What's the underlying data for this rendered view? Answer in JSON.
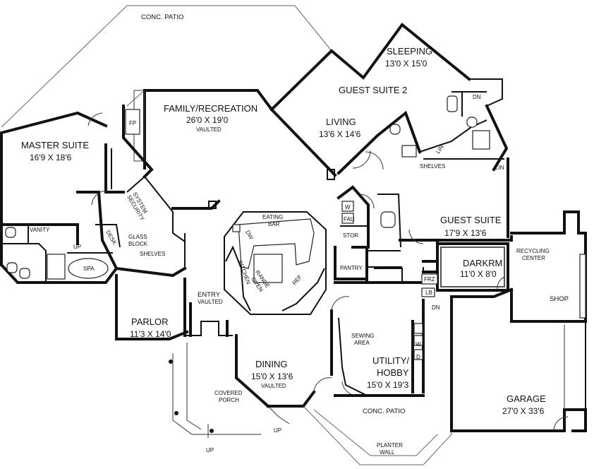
{
  "rooms": {
    "conc_patio_top": "CONC. PATIO",
    "sleeping": {
      "name": "SLEEPING",
      "dim": "13'0 X 15'0"
    },
    "guest_suite_2": "GUEST SUITE 2",
    "living": {
      "name": "LIVING",
      "dim": "13'6 X 14'6"
    },
    "family": {
      "name": "FAMILY/RECREATION",
      "dim": "26'0 X 19'0",
      "note": "VAULTED"
    },
    "master": {
      "name": "MASTER SUITE",
      "dim": "16'9 X 18'6"
    },
    "guest_suite": {
      "name": "GUEST SUITE",
      "dim": "17'9 X 13'6"
    },
    "darkrm": {
      "name": "DARKRM",
      "dim": "11'0 X 8'0"
    },
    "recycling": [
      "RECYCLING",
      "CENTER"
    ],
    "shop": "SHOP",
    "parlor": {
      "name": "PARLOR",
      "dim": "11'3 X 14'0"
    },
    "entry": {
      "name": "ENTRY",
      "note": "VAULTED"
    },
    "dining": {
      "name": "DINING",
      "dim": "15'0 X 13'6",
      "note": "VAULTED"
    },
    "utility": {
      "name1": "UTILITY/",
      "name2": "HOBBY",
      "dim": "15'0 X 19'3"
    },
    "garage": {
      "name": "GARAGE",
      "dim": "27'0 X 33'6"
    },
    "conc_patio_bottom": "CONC. PATIO",
    "covered_porch": [
      "COVERED",
      "PORCH"
    ],
    "planter_wall": [
      "PLANTER",
      "WALL"
    ],
    "sewing": [
      "SEWING",
      "AREA"
    ]
  },
  "labels": {
    "fp": "FP",
    "vanity": "VANITY",
    "spa": "SPA",
    "up": "UP",
    "desk": "DESK",
    "security": [
      "SECURITY",
      "SYSTEM"
    ],
    "glass_block": [
      "GLASS",
      "BLOCK"
    ],
    "shelves": "SHELVES",
    "eating_bar": [
      "EATING",
      "BAR"
    ],
    "dw": "DW",
    "kitchen": "KITCHEN",
    "range": "RANGE",
    "oven": "OVEN",
    "ref": "REF",
    "pantry": "PANTRY",
    "w": "W",
    "fau": "FAU",
    "stor": "STOR",
    "lin": "LIN",
    "dn": "DN",
    "frz": "FRZ",
    "lb": "LB",
    "d": "D"
  }
}
